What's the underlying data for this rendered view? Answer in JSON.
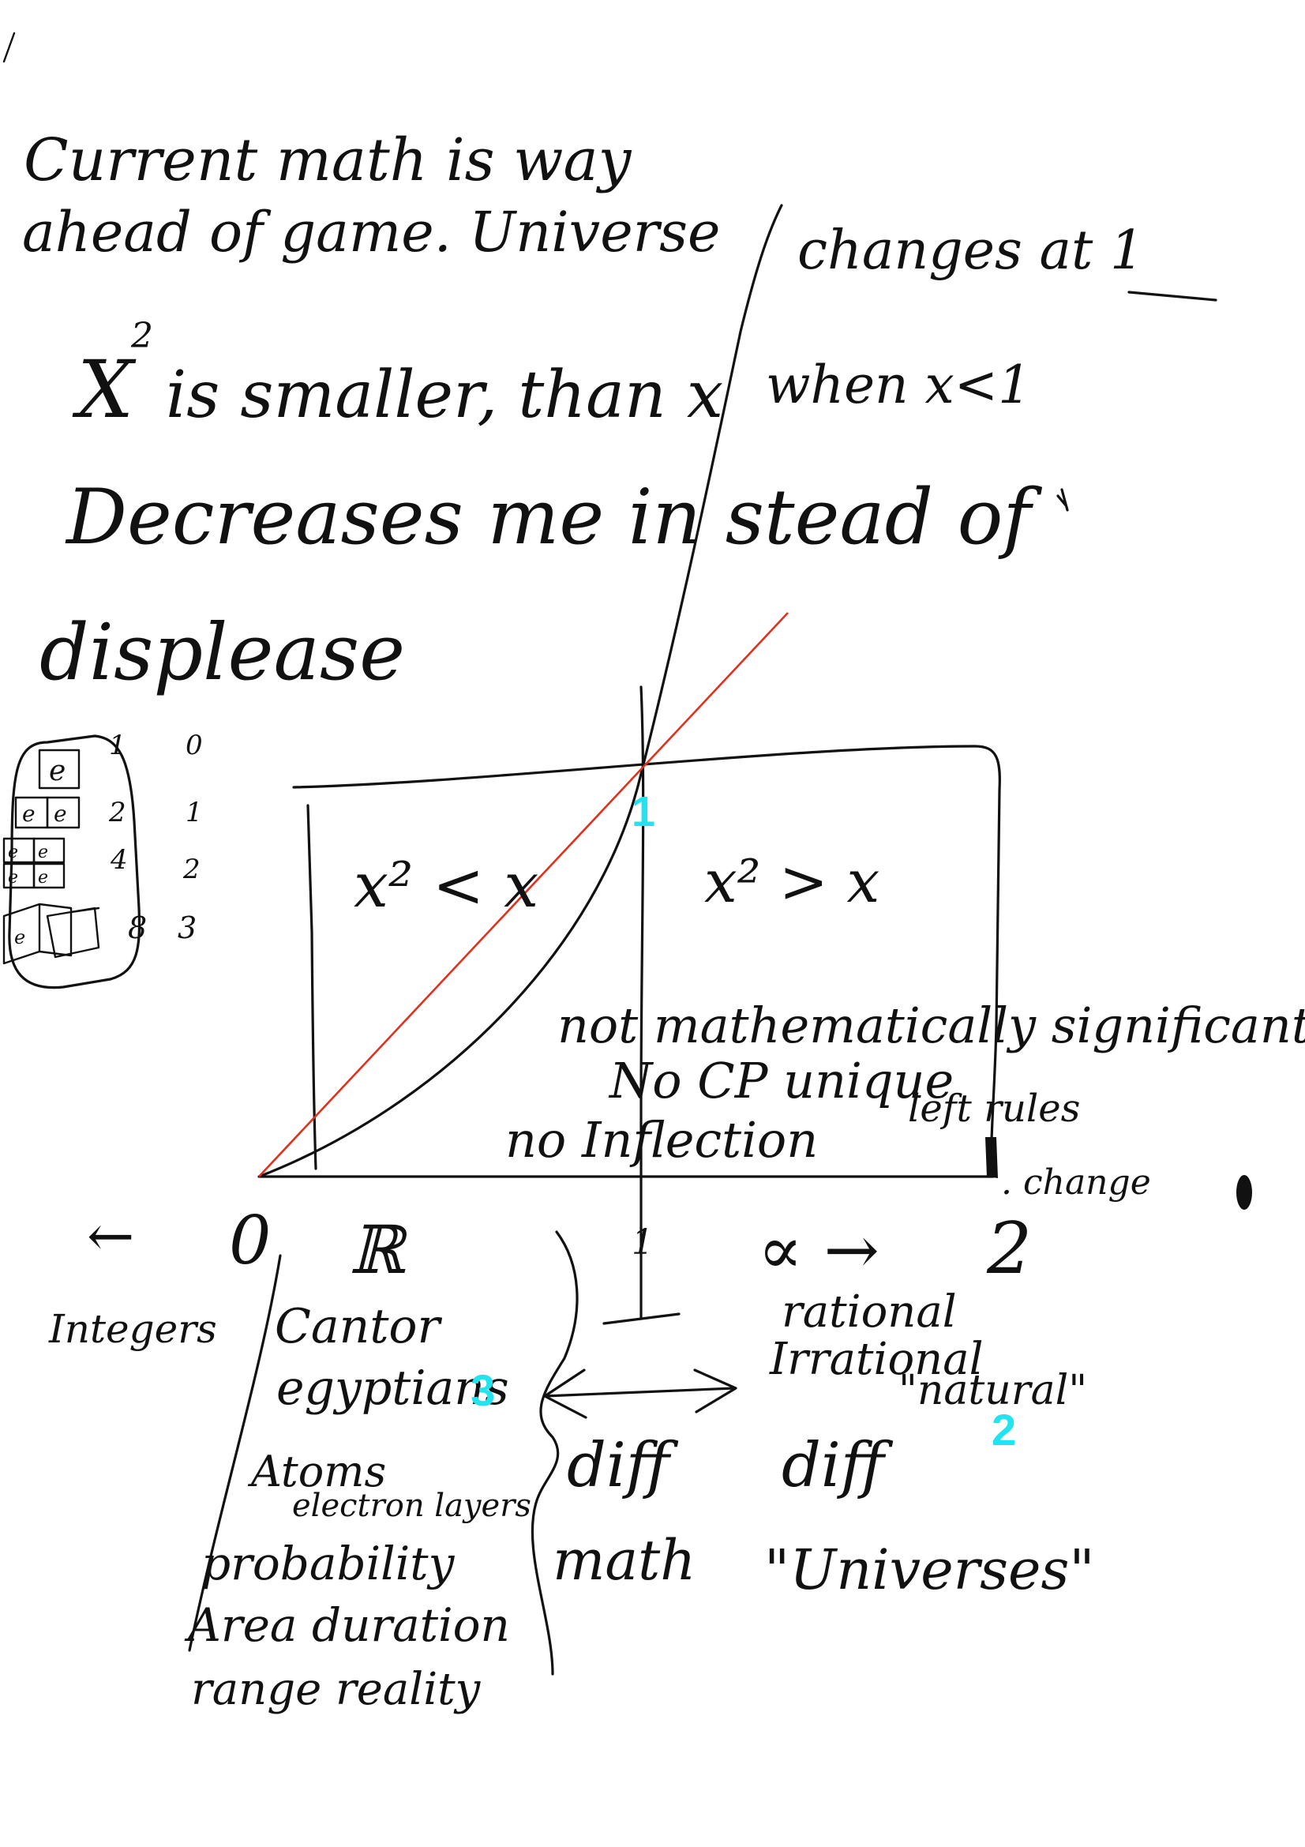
{
  "colors": {
    "ink": "#111111",
    "line_y_equals_x": "#e0301e",
    "marker": "#22e3ee",
    "paper": "#ffffff"
  },
  "notes": {
    "line1": "Current math is way",
    "line2_a": "ahead of game. Universe",
    "line2_b": "changes at 1",
    "line3_a": "X",
    "line3_sup": "2",
    "line3_b": "is smaller, than x",
    "line3_c": "when x<1",
    "line4": "Decreases me in stead of",
    "line5": "displease"
  },
  "blocks_table": {
    "block_labels": [
      "e",
      "e",
      "e",
      "e",
      "e",
      "e",
      "e",
      "e"
    ],
    "rows": [
      {
        "a": "1",
        "b": "0"
      },
      {
        "a": "2",
        "b": "1"
      },
      {
        "a": "4",
        "b": "2"
      },
      {
        "a": "8",
        "b": "3"
      }
    ]
  },
  "graph": {
    "left_region": "x² < x",
    "right_region": "x² > x",
    "note1": "not mathematically significant",
    "note2": "No CP unique",
    "note3": "no Inflection",
    "note4": "left rules",
    "note5": ". change"
  },
  "axis": {
    "arrow_left": "←",
    "zero": "0",
    "reals": "ℝ",
    "one": "1",
    "infinity_arrow": "∝ →",
    "two": "2"
  },
  "left_column": {
    "integers": "Integers",
    "cantor": "Cantor",
    "egyptians": "egyptians",
    "atoms": "Atoms",
    "electron_layers": "electron layers",
    "probability": "probability",
    "area_duration": "Area duration",
    "range_reality": "range reality"
  },
  "right_column": {
    "rational": "rational",
    "irrational": "Irrational",
    "natural": "\"natural\"",
    "diff_a": "diff",
    "diff_b": "diff",
    "math": "math",
    "universes": "\"Universes\""
  },
  "markers": {
    "m1": "1",
    "m2": "2",
    "m3": "3"
  }
}
